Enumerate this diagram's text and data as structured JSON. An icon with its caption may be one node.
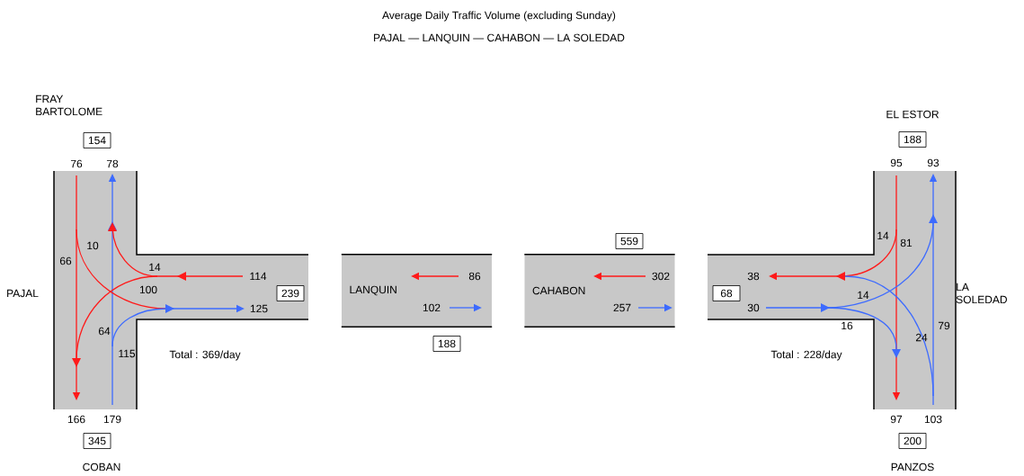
{
  "diagram": {
    "title": "Average Daily Traffic Volume (excluding Sunday)",
    "nodes": [
      {
        "text": [
          "154"
        ],
        "beside": [
          "FRAY BARTOLOME"
        ]
      },
      {
        "text": [
          "188"
        ],
        "beside": [
          "EL ESTOR"
        ]
      },
      {
        "text": [
          "559"
        ]
      },
      {
        "text": [
          "239"
        ]
      },
      {
        "text": [
          "LANQUIN"
        ]
      },
      {
        "text": [
          "CAHABON"
        ]
      },
      {
        "text": [
          "68"
        ]
      },
      {
        "text": [
          "188"
        ]
      },
      {
        "text": [
          "345"
        ],
        "beside": [
          "COBAN"
        ]
      },
      {
        "text": [
          "200"
        ],
        "beside": [
          "PANZOS"
        ]
      }
    ],
    "labels": [
      "PAJAL — LANQUIN — CAHABON — LA SOLEDAD",
      "76",
      "78",
      "95",
      "93",
      "10",
      "14",
      "81",
      "66",
      "14",
      "114",
      "86",
      "302",
      "38",
      "PAJAL",
      "100",
      "LA SOLEDAD",
      "125",
      "102",
      "257",
      "30",
      "14",
      "16",
      "64",
      "79",
      "24",
      "115",
      "Total : 369/day",
      "Total : 228/day",
      "166",
      "179",
      "97",
      "103"
    ]
  }
}
